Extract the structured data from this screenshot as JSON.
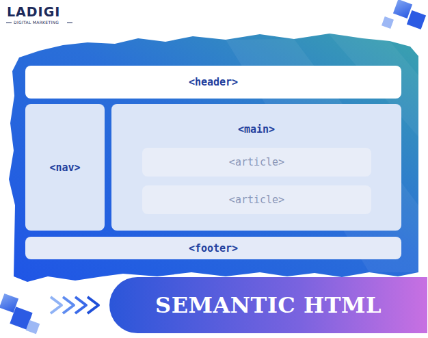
{
  "diagram": {
    "title": "SEMANTIC HTML",
    "nodes": [
      {
        "text": [
          "<header>"
        ]
      },
      {
        "text": [
          "<nav>"
        ]
      },
      {
        "text": [
          "<main>"
        ]
      },
      {
        "text": [
          "<article>"
        ],
        "in": 2
      },
      {
        "text": [
          "<article>"
        ],
        "in": 2
      },
      {
        "text": [
          "<footer>"
        ]
      }
    ],
    "labels": [
      "LADIGI",
      "DIGITAL MARKETING"
    ]
  }
}
